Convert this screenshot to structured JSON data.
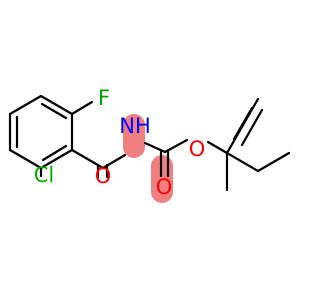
{
  "molecule": {
    "atoms": {
      "fluorine": "F",
      "chlorine": "Cl",
      "nitrogen_hydrogen": "NH",
      "amide_oxygen": "O",
      "carbamate_carbonyl_oxygen": "O",
      "ester_oxygen": "O"
    },
    "colors": {
      "bond": "#000000",
      "nitrogen": "#0000ff",
      "oxygen": "#ff0000",
      "fluorine": "#00a000",
      "chlorine": "#00b000",
      "highlight": "#f08080"
    }
  }
}
